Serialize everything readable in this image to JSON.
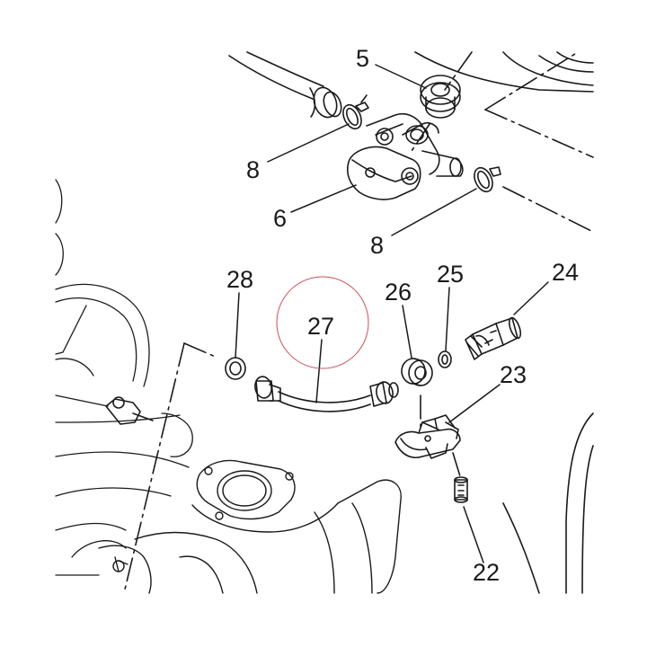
{
  "callouts": {
    "p5": "5",
    "p6": "6",
    "p8a": "8",
    "p8b": "8",
    "p22": "22",
    "p23": "23",
    "p24": "24",
    "p25": "25",
    "p26": "26",
    "p27": "27",
    "p28": "28"
  },
  "colors": {
    "ink": "#1a1a1a",
    "highlight_circle": "#c8505a",
    "background": "#ffffff"
  }
}
